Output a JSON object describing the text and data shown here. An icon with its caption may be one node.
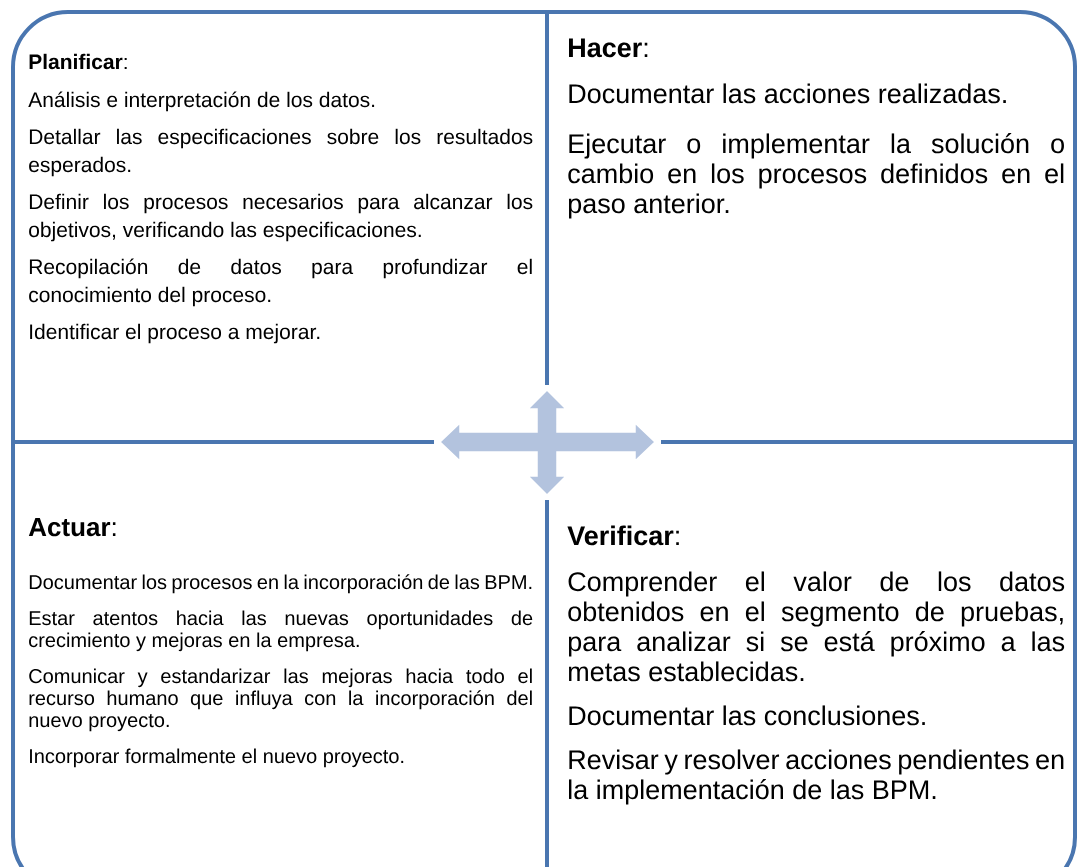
{
  "diagram": {
    "nodes": [
      {
        "text": [
          "**Planificar**:",
          "Análisis e interpretación de los datos.",
          "Detallar las especificaciones sobre los resultados esperados.",
          "Definir los procesos necesarios para alcanzar los objetivos, verificando las especificaciones.",
          "Recopilación de datos para profundizar el conocimiento del proceso.",
          "Identificar el proceso a mejorar."
        ]
      },
      {
        "text": [
          "**Hacer**:",
          "Documentar las acciones realizadas.",
          "Ejecutar o implementar la solución o cambio en los procesos definidos en el paso anterior."
        ]
      },
      {
        "text": [
          "**Actuar**:",
          "Documentar los procesos en la incorporación de las BPM.",
          "Estar atentos hacia las nuevas oportunidades de crecimiento y mejoras en la empresa.",
          "Comunicar y estandarizar las mejoras hacia todo el recurso humano que influya con la incorporación del nuevo proyecto.",
          "Incorporar formalmente el nuevo proyecto."
        ]
      },
      {
        "text": [
          "**Verificar**:",
          "Comprender el valor de los datos obtenidos en el segmento de pruebas, para analizar si se está próximo a las metas establecidas.",
          "Documentar las conclusiones.",
          "Revisar y resolver acciones pendientes en la implementación de las BPM."
        ]
      }
    ]
  }
}
